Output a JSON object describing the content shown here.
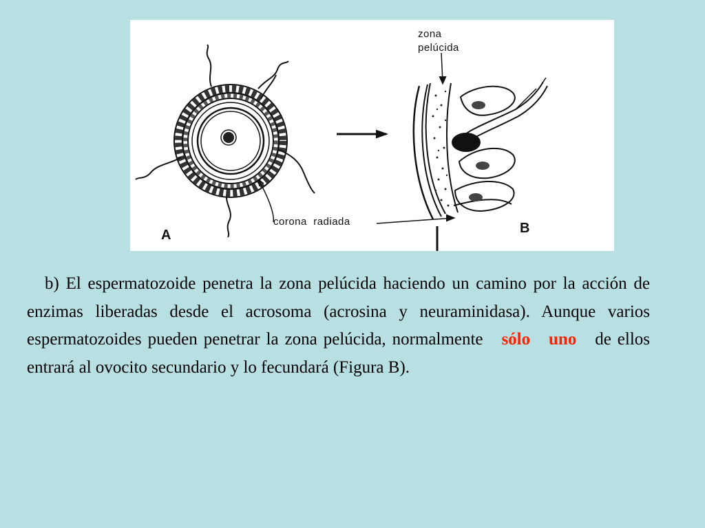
{
  "figure": {
    "labels": {
      "zona_line1": "zona",
      "zona_line2": "pelúcida",
      "corona": "corona  radiada",
      "panel_a": "A",
      "panel_b": "B"
    }
  },
  "paragraph": {
    "part1": "b)  El espermatozoide penetra  la zona pelúcida haciendo un camino por la acción de enzimas liberadas desde el acrosoma (acrosina y neuraminidasa). Aunque  varios  espermatozoides pueden  penetrar la zona  pelúcida, normalmente",
    "highlight1": "sólo",
    "highlight2": "uno",
    "part2": "de ellos entrará al ovocito secundario y  lo fecundará (Figura B).",
    "highlight_color": "#ff2200"
  }
}
